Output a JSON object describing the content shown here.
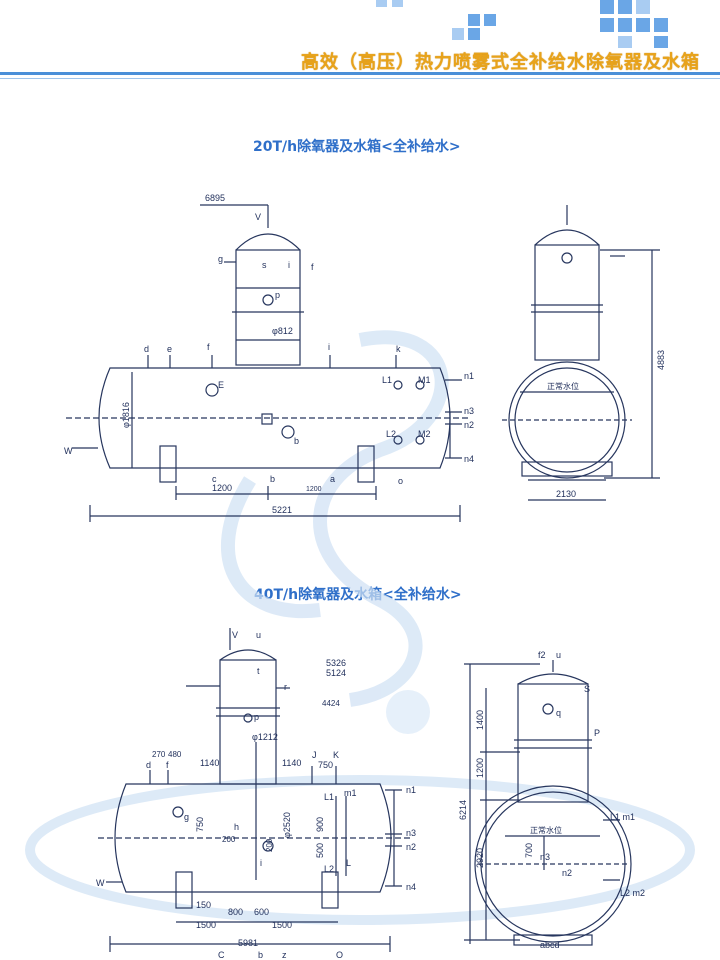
{
  "header": {
    "title": "高效（高压）热力喷雾式全补给水除氧器及水箱"
  },
  "section1": {
    "title": "20T/h除氧器及水箱<全补给水>",
    "labels": {
      "elev": "6895",
      "V": "V",
      "g": "g",
      "s": "s",
      "i_top": "i",
      "f_top": "f",
      "p": "p",
      "dia_col": "φ812",
      "d": "d",
      "e": "e",
      "f": "f",
      "i": "i",
      "k": "k",
      "E": "E",
      "L1": "L1",
      "M1": "M1",
      "n1": "n1",
      "n3": "n3",
      "n2": "n2",
      "L2": "L2",
      "M2": "M2",
      "n4": "n4",
      "b": "b",
      "c": "c",
      "a": "a",
      "o": "o",
      "W": "W",
      "dia_shell": "φ1816",
      "dim1": "1200",
      "dim2": "1200",
      "dim_total": "5221",
      "water_level": "正常水位",
      "height": "4883",
      "width": "2130"
    }
  },
  "section2": {
    "title": "40T/h除氧器及水箱<全补给水>",
    "labels": {
      "V": "V",
      "u": "u",
      "t": "t",
      "r": "r",
      "elev1": "5326",
      "elev2": "5124",
      "elev3": "4424",
      "p": "p",
      "dia_col": "φ1212",
      "d270": "270",
      "d480": "480",
      "d": "d",
      "f": "f",
      "d1140a": "1140",
      "d1140b": "1140",
      "J": "J",
      "K": "K",
      "d750a": "750",
      "d750b": "750",
      "g": "g",
      "h": "h",
      "d200a": "200",
      "d200b": "200",
      "dia_shell": "φ2520",
      "d900": "900",
      "d500": "500",
      "L1": "L1",
      "m1": "m1",
      "L2": "L2",
      "i": "i",
      "L": "L",
      "n1": "n1",
      "n3": "n3",
      "n2": "n2",
      "n4": "n4",
      "W": "W",
      "d150": "150",
      "d800": "800",
      "d600": "600",
      "d1500a": "1500",
      "d1500b": "1500",
      "total": "5981",
      "C": "C",
      "b": "b",
      "z": "z",
      "O": "O",
      "f2": "f2",
      "u_side": "u",
      "S": "S",
      "q": "q",
      "P": "P",
      "L1m1": "L1  m1",
      "water_level": "正常水位",
      "d700": "700",
      "n3_side": "n3",
      "n2_side": "n2",
      "L2m2": "L2  m2",
      "abcd": "abcd",
      "h1400": "1400",
      "h1200": "1200",
      "h2920": "2920",
      "h6214": "6214"
    }
  }
}
